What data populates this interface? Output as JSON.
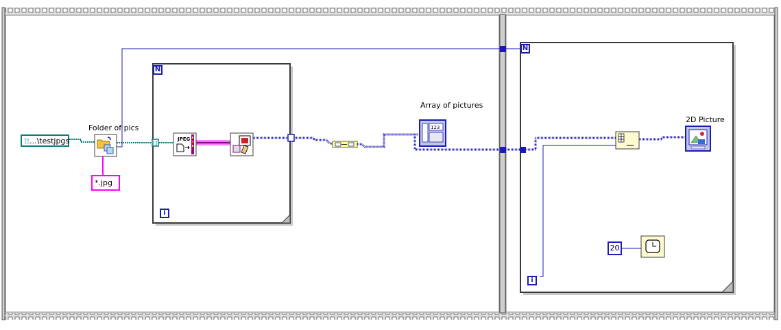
{
  "labels": {
    "folder_of_pics": "Folder of pics",
    "array_of_pictures": "Array of pictures",
    "picture_2d": "2D Picture"
  },
  "constants": {
    "path": "...\\testjpgs",
    "pattern": "*.jpg",
    "wait_ms": "20"
  },
  "terminals": {
    "count": "N",
    "iteration": "i"
  },
  "icons": {
    "list_folder": "folder-list-icon",
    "read_jpeg": "read-jpeg-file-icon",
    "draw_pixmap": "draw-flattened-pixmap-icon",
    "build_path": "concatenate-icon",
    "picture_array": "picture-array-indicator-icon",
    "index_array": "index-array-icon",
    "picture_indicator": "2d-picture-indicator-icon",
    "wait": "wait-ms-icon"
  },
  "colors": {
    "wire_path": "#0f7a78",
    "wire_string": "#ff00ff",
    "wire_cluster": "#8b0a8b",
    "wire_numeric": "#1a1ab4",
    "structure_border": "#555555"
  }
}
